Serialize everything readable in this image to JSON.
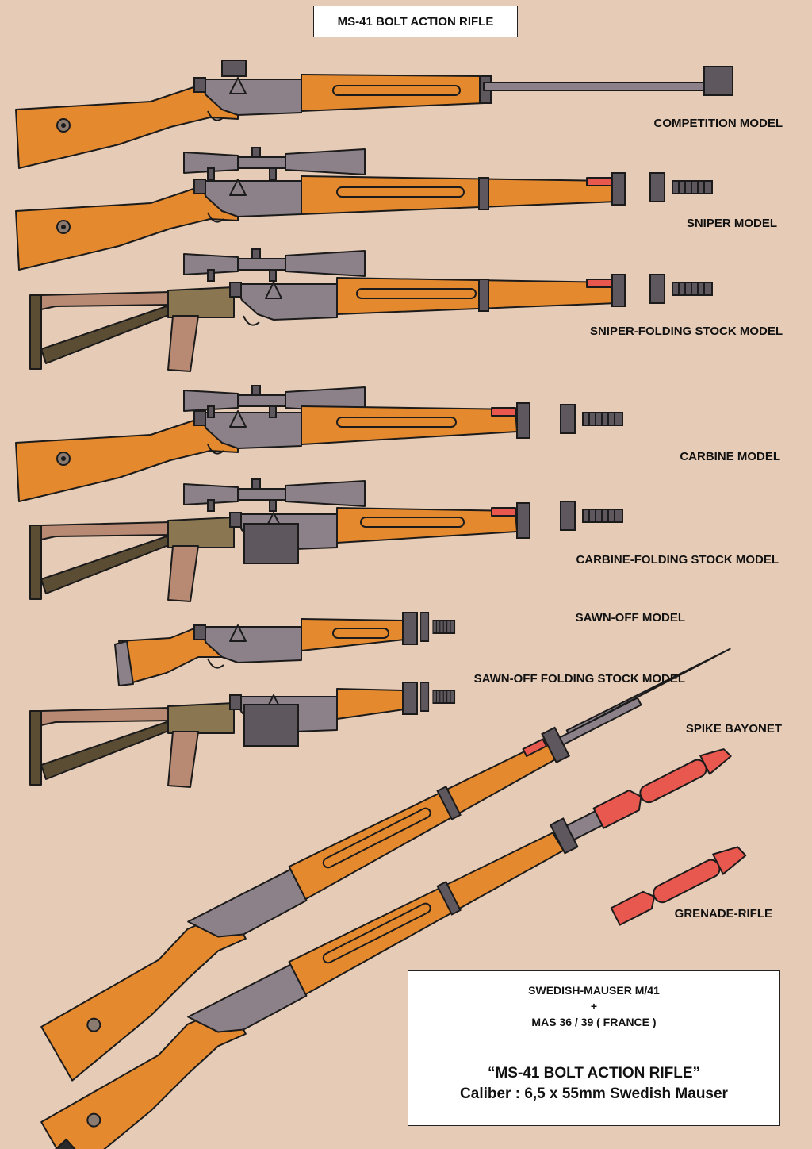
{
  "title": "MS-41 BOLT ACTION RIFLE",
  "models": [
    {
      "id": "competition",
      "label": "COMPETITION MODEL"
    },
    {
      "id": "sniper",
      "label": "SNIPER MODEL"
    },
    {
      "id": "sniper-folding",
      "label": "SNIPER-FOLDING STOCK MODEL"
    },
    {
      "id": "carbine",
      "label": "CARBINE MODEL"
    },
    {
      "id": "carbine-folding",
      "label": "CARBINE-FOLDING STOCK MODEL"
    },
    {
      "id": "sawn-off",
      "label": "SAWN-OFF MODEL"
    },
    {
      "id": "sawn-off-folding",
      "label": "SAWN-OFF FOLDING STOCK MODEL"
    }
  ],
  "accessories": {
    "bayonet": "SPIKE BAYONET",
    "grenade": "GRENADE-RIFLE"
  },
  "info": {
    "line1": "SWEDISH-MAUSER M/41",
    "plus": "+",
    "line2": "MAS 36 / 39 ( FRANCE )",
    "quote": "“MS-41 BOLT ACTION RIFLE”",
    "caliber": "Caliber : 6,5 x 55mm Swedish Mauser"
  },
  "colors": {
    "background": "#e6cbb6",
    "wood": "#e5892f",
    "metal": "#8c8189",
    "grenade": "#e8584f",
    "folding_stock": "#5b4c34",
    "grip": "#b88a73"
  }
}
